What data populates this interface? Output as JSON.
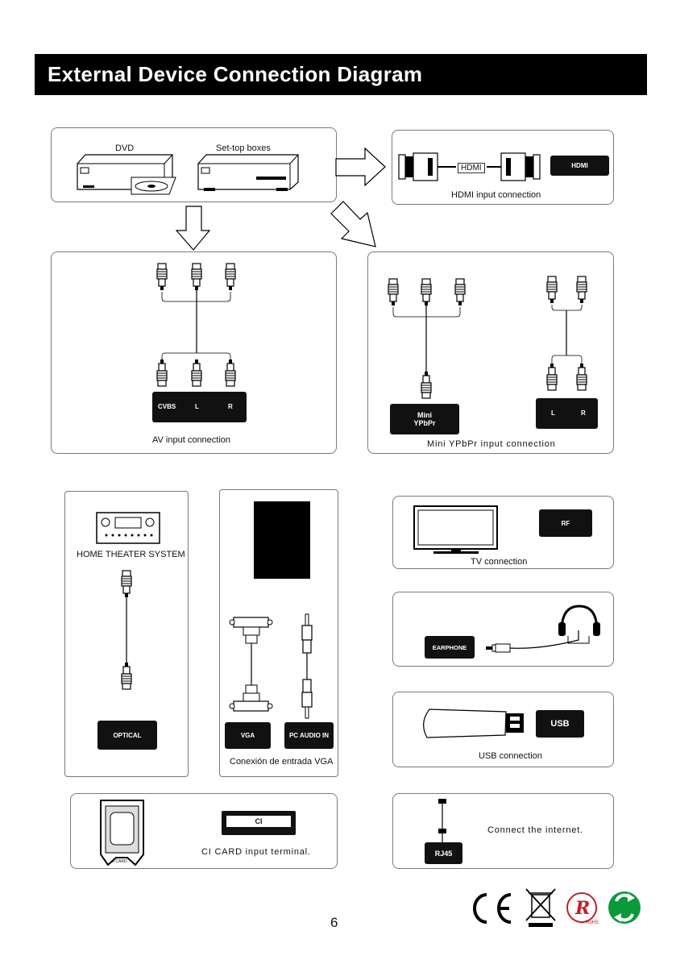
{
  "title": "External Device Connection Diagram",
  "source_panel": {
    "dvd": "DVD",
    "settop": "Set-top boxes"
  },
  "hdmi_panel": {
    "cable_label": "HDMI",
    "port": "HDMI",
    "caption": "HDMI input connection"
  },
  "av_panel": {
    "ports": [
      "CVBS",
      "L",
      "R"
    ],
    "caption": "AV input connection"
  },
  "ypbpr_panel": {
    "port": "Mini YPbPr",
    "audio_ports": [
      "L",
      "R"
    ],
    "caption": "Mini YPbPr input connection"
  },
  "optical_panel": {
    "device": "HOME THEATER SYSTEM",
    "port": "OPTICAL"
  },
  "vga_panel": {
    "ports": [
      "VGA",
      "PC AUDIO IN"
    ],
    "caption": "Conexión de entrada VGA"
  },
  "tv_panel": {
    "port": "RF",
    "caption": "TV connection"
  },
  "earphone_panel": {
    "port": "EARPHONE"
  },
  "usb_panel": {
    "port": "USB",
    "caption": "USB connection"
  },
  "ci_panel": {
    "card_label": "CI CARD",
    "slot_label": "CI",
    "caption": "CI CARD input terminal."
  },
  "rj45_panel": {
    "port": "RJ45",
    "caption": "Connect the internet."
  },
  "page_number": "6",
  "cert_marks": {
    "ce": "CE",
    "rohs": "RoHS"
  }
}
